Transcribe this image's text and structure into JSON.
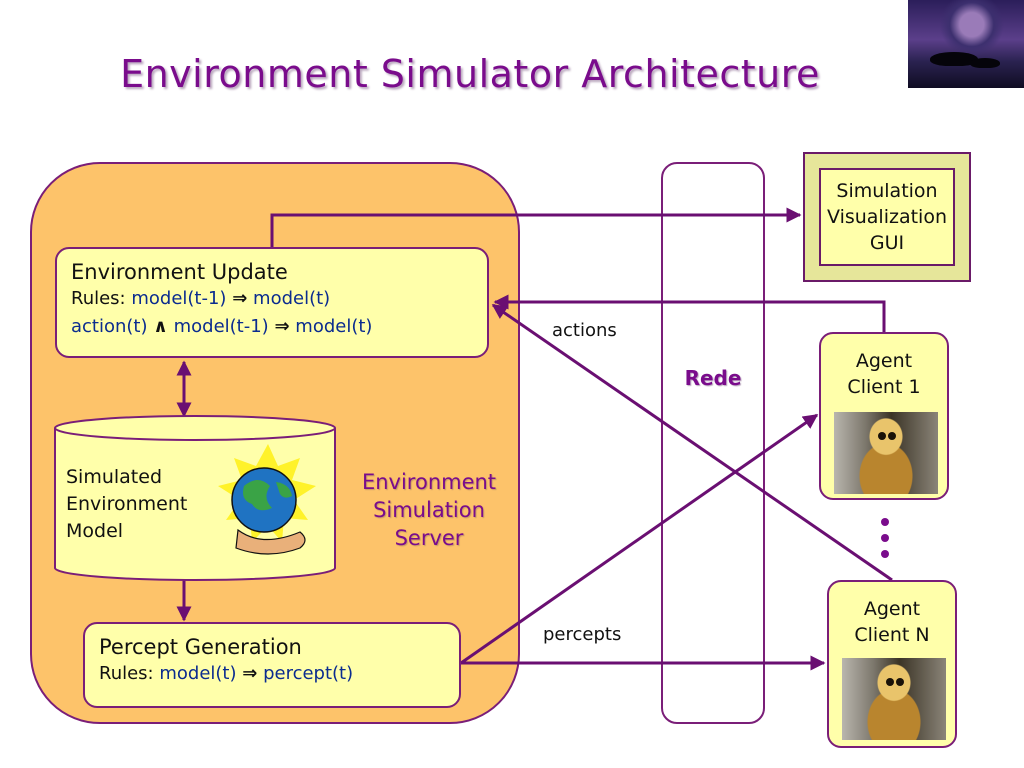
{
  "slide": {
    "title": "Environment Simulator Architecture"
  },
  "server": {
    "label_lines": [
      "Environment",
      "Simulation",
      "Server"
    ],
    "env_update": {
      "heading": "Environment Update",
      "rules_prefix": "Rules:",
      "rule1_lhs": "model(t-1)",
      "rule1_rhs": "model(t)",
      "rule2_a": "action(t)",
      "rule2_b": "model(t-1)",
      "rule2_rhs": "model(t)",
      "implies_symbol": "⇒",
      "and_symbol": "∧"
    },
    "env_model": {
      "label_lines": [
        "Simulated",
        "Environment",
        "Model"
      ],
      "icon": "globe-in-hand-icon"
    },
    "percept_gen": {
      "heading": "Percept Generation",
      "rules_prefix": "Rules:",
      "rule_lhs": "model(t)",
      "rule_rhs": "percept(t)",
      "implies_symbol": "⇒"
    }
  },
  "network": {
    "label": "Rede"
  },
  "gui": {
    "label_lines": [
      "Simulation",
      "Visualization",
      "GUI"
    ]
  },
  "agents": [
    {
      "label_lines": [
        "Agent",
        "Client 1"
      ],
      "icon": "robot-photo"
    },
    {
      "label_lines": [
        "Agent",
        "Client N"
      ],
      "icon": "robot-photo"
    }
  ],
  "edges": {
    "actions_label": "actions",
    "percepts_label": "percepts"
  },
  "colors": {
    "title": "#7a0c8c",
    "server_fill": "#fdc36a",
    "box_fill": "#ffffaa",
    "arrow": "#6a0f72",
    "rule_text": "#0b2c8f"
  }
}
